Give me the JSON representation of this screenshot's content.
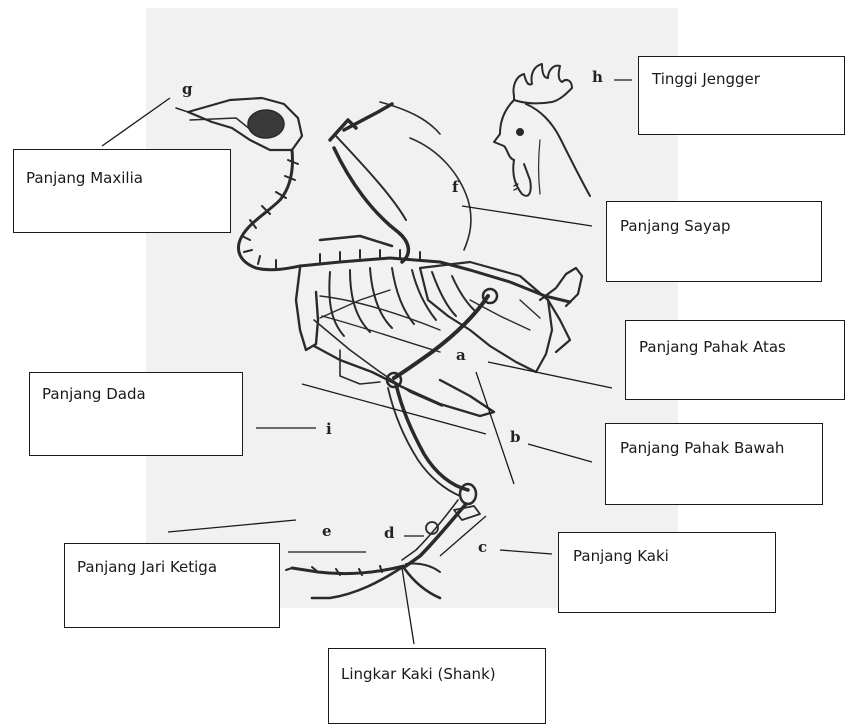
{
  "diagram": {
    "labels": {
      "maxilia": "Panjang Maxilia",
      "jengger": "Tinggi Jengger",
      "sayap": "Panjang Sayap",
      "pahak_atas": "Panjang Pahak Atas",
      "dada": "Panjang Dada",
      "pahak_bawah": "Panjang Pahak Bawah",
      "jari_ketiga": "Panjang Jari Ketiga",
      "kaki": "Panjang Kaki",
      "shank": "Lingkar Kaki (Shank)"
    },
    "letters": {
      "a": "a",
      "b": "b",
      "c": "c",
      "d": "d",
      "e": "e",
      "f": "f",
      "g": "g",
      "h": "h",
      "i": "i"
    },
    "colors": {
      "line": "#1a1a1a",
      "bone": "#2a2a2a",
      "background_panel": "#f1f1f1"
    }
  }
}
